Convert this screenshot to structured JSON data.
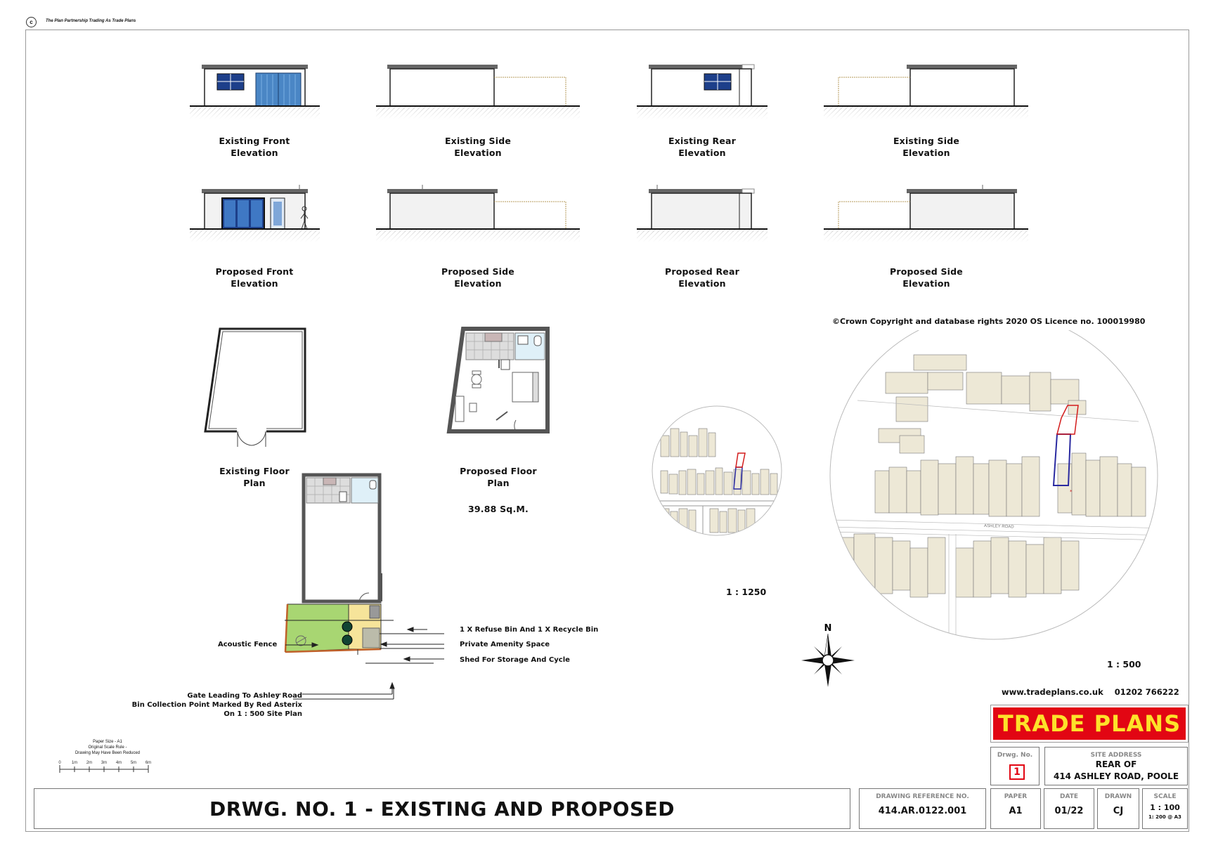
{
  "header": {
    "copyright_symbol": "c",
    "company": "The Plan Partnership Trading As Trade Plans"
  },
  "elevations": {
    "existing_front": [
      "Existing Front",
      "Elevation"
    ],
    "existing_side_1": [
      "Existing Side",
      "Elevation"
    ],
    "existing_rear": [
      "Existing Rear",
      "Elevation"
    ],
    "existing_side_2": [
      "Existing Side",
      "Elevation"
    ],
    "proposed_front": [
      "Proposed Front",
      "Elevation"
    ],
    "proposed_side_1": [
      "Proposed Side",
      "Elevation"
    ],
    "proposed_rear": [
      "Proposed Rear",
      "Elevation"
    ],
    "proposed_side_2": [
      "Proposed Side",
      "Elevation"
    ]
  },
  "plans": {
    "existing_floor": [
      "Existing Floor",
      "Plan"
    ],
    "proposed_floor": [
      "Proposed Floor",
      "Plan"
    ],
    "area": "39.88 Sq.M."
  },
  "site": {
    "copyright": "©Crown Copyright and database rights 2020 OS Licence no. 100019980",
    "scale_small": "1 : 1250",
    "scale_large": "1 : 500",
    "north": "N",
    "road_label": "ASHLEY ROAD"
  },
  "annotations": {
    "acoustic_fence": "Acoustic Fence",
    "refuse": "1 X Refuse Bin And 1 X Recycle Bin",
    "amenity": "Private Amenity Space",
    "shed": "Shed For Storage And Cycle",
    "gate_1": "Gate Leading To Ashley Road",
    "gate_2": "Bin Collection Point Marked By Red Asterix",
    "gate_3": "On 1 : 500 Site Plan"
  },
  "scale_bar": {
    "note_1": "Paper Size - A1",
    "note_2": "Original Scale Rule -",
    "note_3": "Drawing May Have Been Reduced",
    "ticks": [
      "0",
      "1m",
      "2m",
      "3m",
      "4m",
      "5m",
      "6m"
    ]
  },
  "title_block": {
    "website": "www.tradeplans.co.uk",
    "phone": "01202 766222",
    "brand": "TRADE PLANS",
    "drwg_no_label": "Drwg. No.",
    "drwg_no": "1",
    "site_address_label": "SITE ADDRESS",
    "site_address_1": "REAR OF",
    "site_address_2": "414 ASHLEY ROAD, POOLE",
    "title": "DRWG. NO. 1  - EXISTING AND PROPOSED",
    "ref_label": "DRAWING REFERENCE  NO.",
    "ref": "414.AR.0122.001",
    "paper_label": "PAPER",
    "paper": "A1",
    "date_label": "DATE",
    "date": "01/22",
    "drawn_label": "DRAWN",
    "drawn": "CJ",
    "scale_label": "SCALE",
    "scale": "1 : 100",
    "scale_a3": "1: 200 @ A3"
  },
  "colors": {
    "brand_red": "#e20613",
    "brand_yellow": "#fde22a",
    "door_blue": "#4a86c5",
    "lawn": "#a8d672",
    "patio": "#f6e49a",
    "site_red": "#d31c1c",
    "site_blue": "#2a2aa0"
  }
}
